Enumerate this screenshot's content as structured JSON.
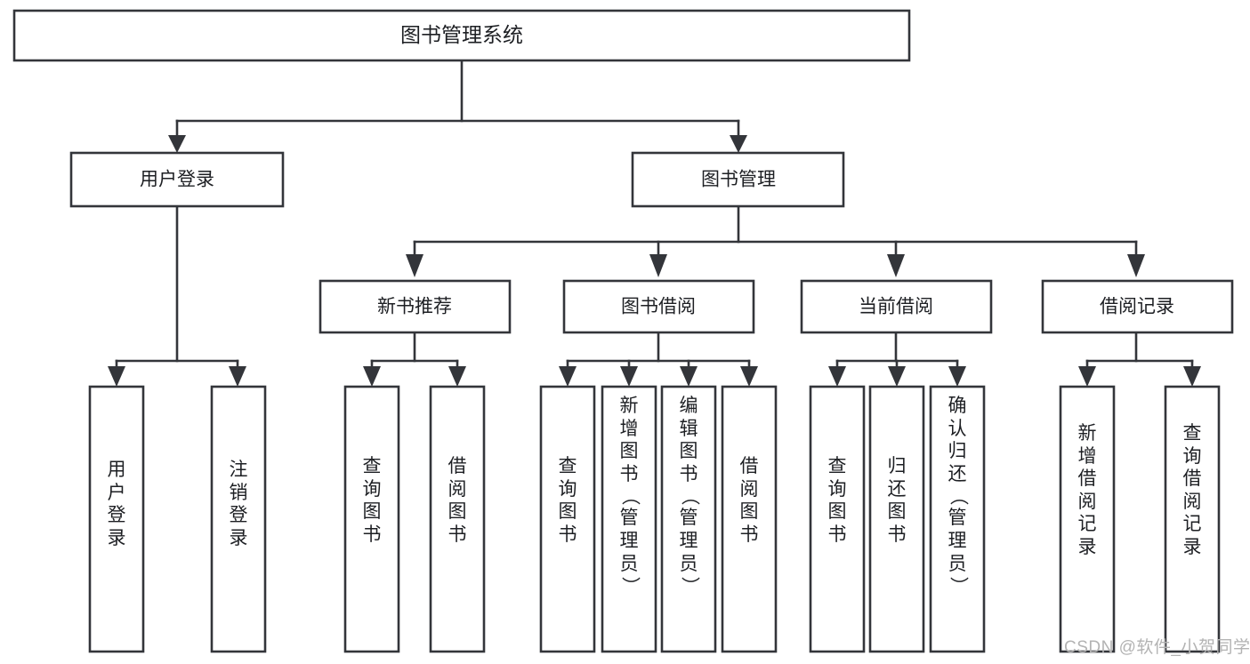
{
  "diagram": {
    "title": "图书管理系统",
    "watermark": "CSDN @软件_小贺同学",
    "colors": {
      "stroke": "#33353a",
      "fill": "#ffffff",
      "text": "#1d1f23",
      "watermark": "#b3b3b3"
    },
    "root": {
      "label": "图书管理系统"
    },
    "level1": [
      {
        "label": "用户登录"
      },
      {
        "label": "图书管理"
      }
    ],
    "level2": [
      {
        "label": "新书推荐"
      },
      {
        "label": "图书借阅"
      },
      {
        "label": "当前借阅"
      },
      {
        "label": "借阅记录"
      }
    ],
    "leaves": {
      "user_login": [
        {
          "label": "用户登录",
          "chars": [
            "用",
            "户",
            "登",
            "录"
          ]
        },
        {
          "label": "注销登录",
          "chars": [
            "注",
            "销",
            "登",
            "录"
          ]
        }
      ],
      "new_book_recommend": [
        {
          "label": "查询图书",
          "chars": [
            "查",
            "询",
            "图",
            "书"
          ]
        },
        {
          "label": "借阅图书",
          "chars": [
            "借",
            "阅",
            "图",
            "书"
          ]
        }
      ],
      "book_borrow": [
        {
          "label": "查询图书",
          "chars": [
            "查",
            "询",
            "图",
            "书"
          ]
        },
        {
          "label": "新增图书（管理员）",
          "chars": [
            "新",
            "增",
            "图",
            "书",
            "（",
            "管",
            "理",
            "员",
            "）"
          ]
        },
        {
          "label": "编辑图书（管理员）",
          "chars": [
            "编",
            "辑",
            "图",
            "书",
            "（",
            "管",
            "理",
            "员",
            "）"
          ]
        },
        {
          "label": "借阅图书",
          "chars": [
            "借",
            "阅",
            "图",
            "书"
          ]
        }
      ],
      "current_borrow": [
        {
          "label": "查询图书",
          "chars": [
            "查",
            "询",
            "图",
            "书"
          ]
        },
        {
          "label": "归还图书",
          "chars": [
            "归",
            "还",
            "图",
            "书"
          ]
        },
        {
          "label": "确认归还（管理员）",
          "chars": [
            "确",
            "认",
            "归",
            "还",
            "（",
            "管",
            "理",
            "员",
            "）"
          ]
        }
      ],
      "borrow_records": [
        {
          "label": "新增借阅记录",
          "chars": [
            "新",
            "增",
            "借",
            "阅",
            "记",
            "录"
          ]
        },
        {
          "label": "查询借阅记录",
          "chars": [
            "查",
            "询",
            "借",
            "阅",
            "记",
            "录"
          ]
        }
      ]
    }
  }
}
